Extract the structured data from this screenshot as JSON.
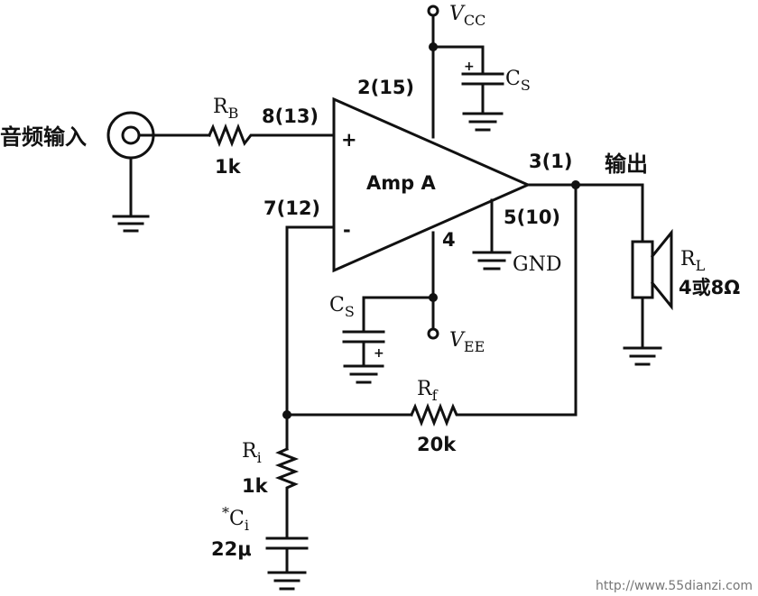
{
  "labels": {
    "audio_input": "音频输入",
    "output": "输出",
    "amp": "Amp A",
    "plus": "+",
    "minus": "-",
    "gnd": "GND"
  },
  "pins": {
    "p2": "2(15)",
    "p8": "8(13)",
    "p7": "7(12)",
    "p3": "3(1)",
    "p5": "5(10)",
    "p4": "4"
  },
  "supplies": {
    "vcc_main": "V",
    "vcc_sub": "CC",
    "vee_main": "V",
    "vee_sub": "EE"
  },
  "components": {
    "rb_main": "R",
    "rb_sub": "B",
    "rb_value": "1k",
    "cs_top_main": "C",
    "cs_top_sub": "S",
    "cs_bot_main": "C",
    "cs_bot_sub": "S",
    "rf_main": "R",
    "rf_sub": "f",
    "rf_value": "20k",
    "ri_main": "R",
    "ri_sub": "i",
    "ri_value": "1k",
    "ci_star": "*",
    "ci_main": "C",
    "ci_sub": "i",
    "ci_value": "22μ",
    "rl_main": "R",
    "rl_sub": "L",
    "rl_value": "4或8Ω"
  },
  "watermark": "http://www.55dianzi.com"
}
